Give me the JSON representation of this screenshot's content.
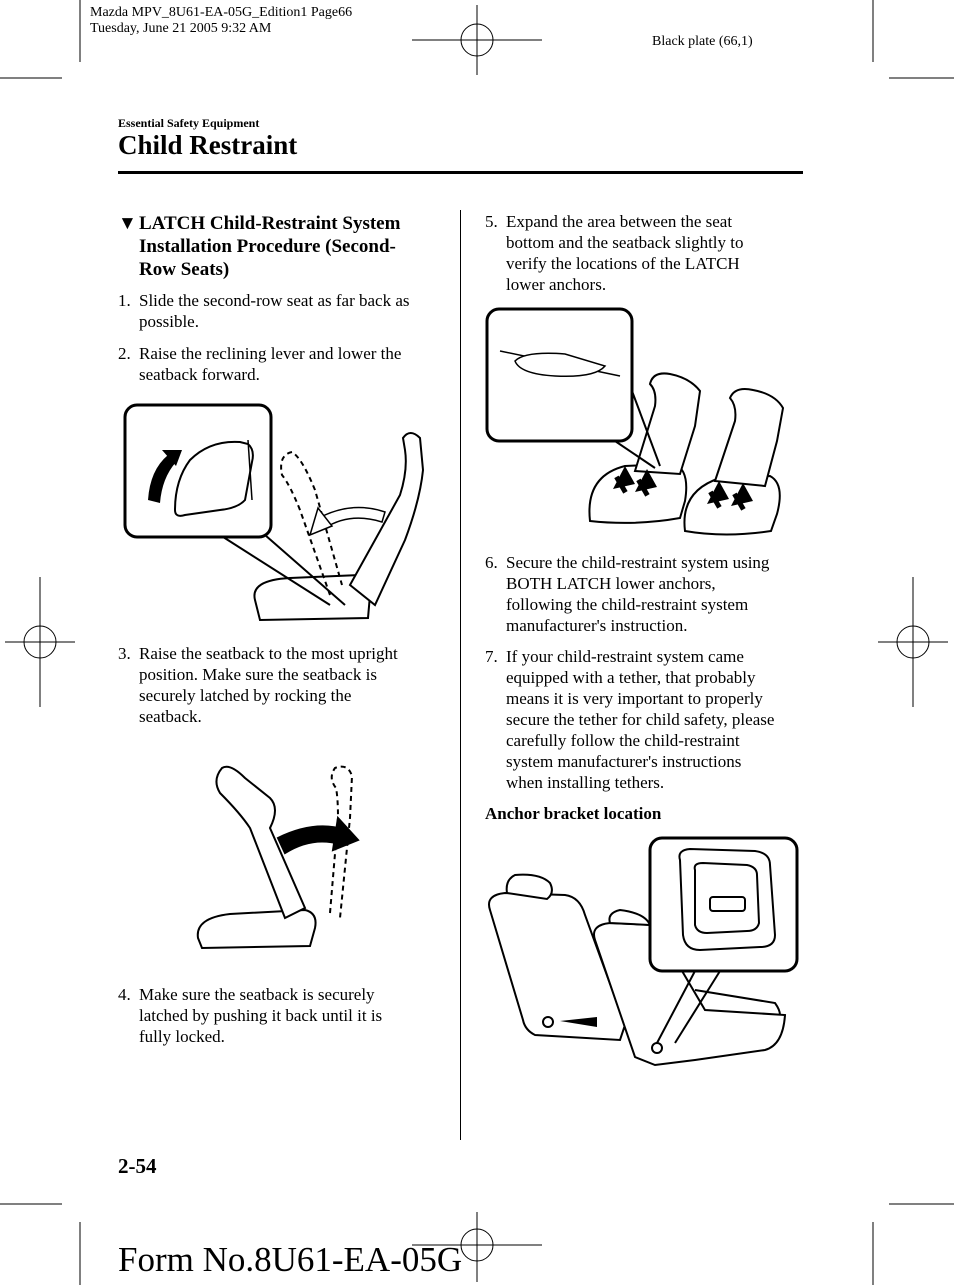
{
  "print_header": {
    "line1": "Mazda MPV_8U61-EA-05G_Edition1 Page66",
    "line2": "Tuesday, June 21 2005 9:32 AM",
    "plate": "Black plate (66,1)"
  },
  "section_label": "Essential Safety Equipment",
  "page_title": "Child Restraint",
  "left_column": {
    "heading_marker": "▼",
    "heading_lines": [
      "LATCH Child-Restraint System",
      "Installation Procedure (Second-",
      "Row Seats)"
    ],
    "steps": [
      {
        "num": "1.",
        "lines": [
          "Slide the second-row seat as far back as",
          "possible."
        ]
      },
      {
        "num": "2.",
        "lines": [
          "Raise the reclining lever and lower the",
          "seatback forward."
        ]
      },
      {
        "num": "3.",
        "lines": [
          "Raise the seatback to the most upright",
          "position. Make sure the seatback is",
          "securely latched by rocking the",
          "seatback."
        ]
      },
      {
        "num": "4.",
        "lines": [
          "Make sure the seatback is securely",
          "latched by pushing it back until it is",
          "fully locked."
        ]
      }
    ]
  },
  "right_column": {
    "steps": [
      {
        "num": "5.",
        "lines": [
          "Expand the area between the seat",
          "bottom and the seatback slightly to",
          "verify the locations of the LATCH",
          "lower anchors."
        ]
      },
      {
        "num": "6.",
        "lines": [
          "Secure the child-restraint system using",
          "BOTH LATCH lower anchors,",
          "following the child-restraint system",
          "manufacturer's instruction."
        ]
      },
      {
        "num": "7.",
        "lines": [
          "If your child-restraint system came",
          "equipped with a tether, that probably",
          "means it is very important to properly",
          "secure the tether for child safety, please",
          "carefully follow the child-restraint",
          "system manufacturer's instructions",
          "when installing tethers."
        ]
      }
    ],
    "subheading": "Anchor bracket location"
  },
  "page_number": "2-54",
  "form_number": "Form No.8U61-EA-05G"
}
